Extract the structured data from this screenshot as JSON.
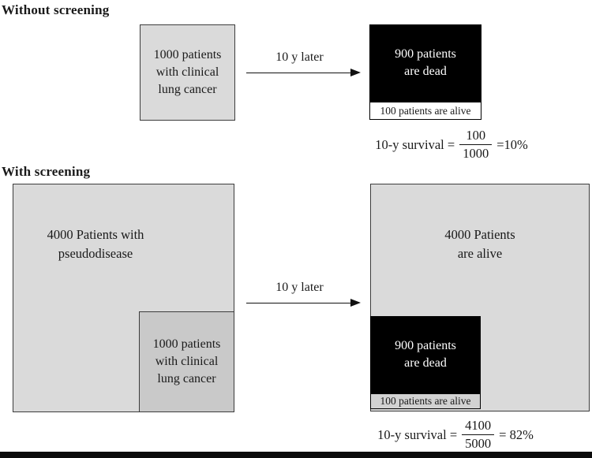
{
  "colors": {
    "box_light_gray": "#dadada",
    "box_dark_gray": "#c9c9c9",
    "dead_black": "#000000",
    "strip_white_bg": "#ffffff",
    "strip_gray_bg": "#d2d2d2",
    "border": "#3c3c3c",
    "text": "#1a1a1a",
    "bottom_rule": "#0a0a0a"
  },
  "without_screening": {
    "heading": "Without screening",
    "clinical_box": {
      "line1": "1000 patients",
      "line2": "with clinical",
      "line3": "lung cancer"
    },
    "arrow_label": "10 y later",
    "dead_box": {
      "line1": "900 patients",
      "line2": "are dead"
    },
    "alive_strip": "100 patients are alive",
    "formula": {
      "prefix": "10-y survival =",
      "numerator": "100",
      "denominator": "1000",
      "result": "=10%"
    }
  },
  "with_screening": {
    "heading": "With screening",
    "pseudo_box": {
      "line1": "4000 Patients with",
      "line2": "pseudodisease"
    },
    "clinical_box": {
      "line1": "1000 patients",
      "line2": "with clinical",
      "line3": "lung cancer"
    },
    "arrow_label": "10 y later",
    "alive_box": {
      "line1": "4000 Patients",
      "line2": "are alive"
    },
    "dead_box": {
      "line1": "900 patients",
      "line2": "are dead"
    },
    "alive_strip": "100 patients are alive",
    "formula": {
      "prefix": "10-y survival =",
      "numerator": "4100",
      "denominator": "5000",
      "result": "= 82%"
    }
  }
}
